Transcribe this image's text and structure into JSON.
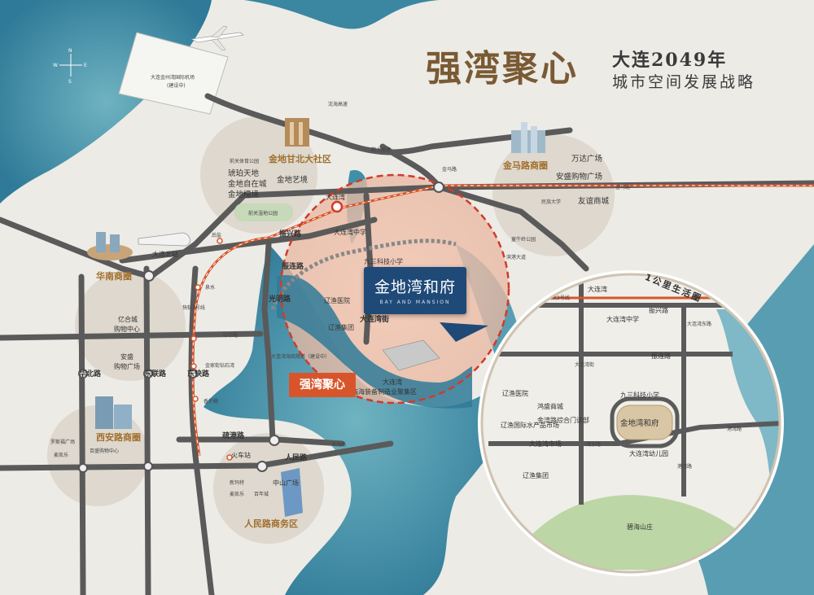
{
  "title": {
    "main": "强湾聚心",
    "sub1": "大连2049年",
    "sub2": "城市空间发展战略"
  },
  "project": {
    "name_cn": "金地湾和府",
    "name_en": "BAY AND MANSION"
  },
  "highlight_tag": "强湾聚心",
  "airport": {
    "label_1": "大连金州湾国际机场",
    "label_2": "(建设中)"
  },
  "compass": {
    "n": "N",
    "s": "S",
    "e": "E",
    "w": "W"
  },
  "districts": {
    "ganbei": "金地甘北大社区",
    "jinma": "金马路商圈",
    "huanan": "华南商圈",
    "xian": "西安路商圈",
    "renmin": "人民路商务区"
  },
  "ganbei_pois": [
    "前关体育公园",
    "琥珀天地",
    "金地自在城",
    "金地檀境",
    "金地艺境",
    "前关湿地公园"
  ],
  "jinma_pois": [
    "万达广场",
    "安盛购物广场",
    "民族大学",
    "友谊商城",
    "童牛岭公园"
  ],
  "center_pois": [
    "大连湾中学",
    "九三科技小学",
    "辽渔医院",
    "辽渔集团",
    "大连湾",
    "临海装备制造业聚集区"
  ],
  "west_pois": [
    "亿合城",
    "购物中心",
    "安盛",
    "购物广场",
    "罗斯福广场",
    "麦凯乐",
    "百盛购物中心"
  ],
  "renmin_pois": [
    "中山广场",
    "新玛特",
    "麦凯乐",
    "百年城"
  ],
  "roads": {
    "north_expressway": "沈海高速",
    "east_expressway": "鹤大高速",
    "zhenxing": "振兴路",
    "zhenlian": "振连路",
    "guangming": "光明路",
    "dalian_wan_jie": "大连湾街",
    "huabei": "华北路",
    "donglian": "东联路",
    "dongkuai": "东快路",
    "gangtai": "疏港路",
    "renmin": "人民路",
    "binhai": "滨海路",
    "jinma": "金马路",
    "zhonghua": "中华路",
    "jinlian": "金连路",
    "bingang": "滨港大道",
    "tunnel": "大连湾海底隧道（建设中）",
    "metro3": "快轨3号线"
  },
  "stations": [
    "大连北站",
    "火车站",
    "大连湾",
    "泉水",
    "金家街",
    "香炉礁",
    "钻石湾",
    "后盐"
  ],
  "inset": {
    "ring_label": "1公里生活圈",
    "metro": "快轨3号线",
    "roads": [
      "大连湾",
      "振兴路",
      "振连路",
      "大连湾街",
      "大连湾东路",
      "港湾路",
      "湾东路",
      "港湾路"
    ],
    "pois": [
      "大连湾中学",
      "九三科技小学",
      "辽渔医院",
      "鸿盛商城",
      "金湾路综合门诊部",
      "辽渔国际水产品市场",
      "大连湾市场",
      "大连湾幼儿园",
      "辽渔集团",
      "碧海山庄"
    ],
    "project": "金地湾和府"
  },
  "colors": {
    "sea": "#3f8fa8",
    "sea_light": "#8cc3cc",
    "ground": "#ecebe6",
    "district": "#d9d2c6",
    "road": "#5a5a5a",
    "metro": "#d8552b",
    "title_gold": "#7a5a34",
    "badge": "#1f4a78",
    "green": "#bcd6a6"
  }
}
